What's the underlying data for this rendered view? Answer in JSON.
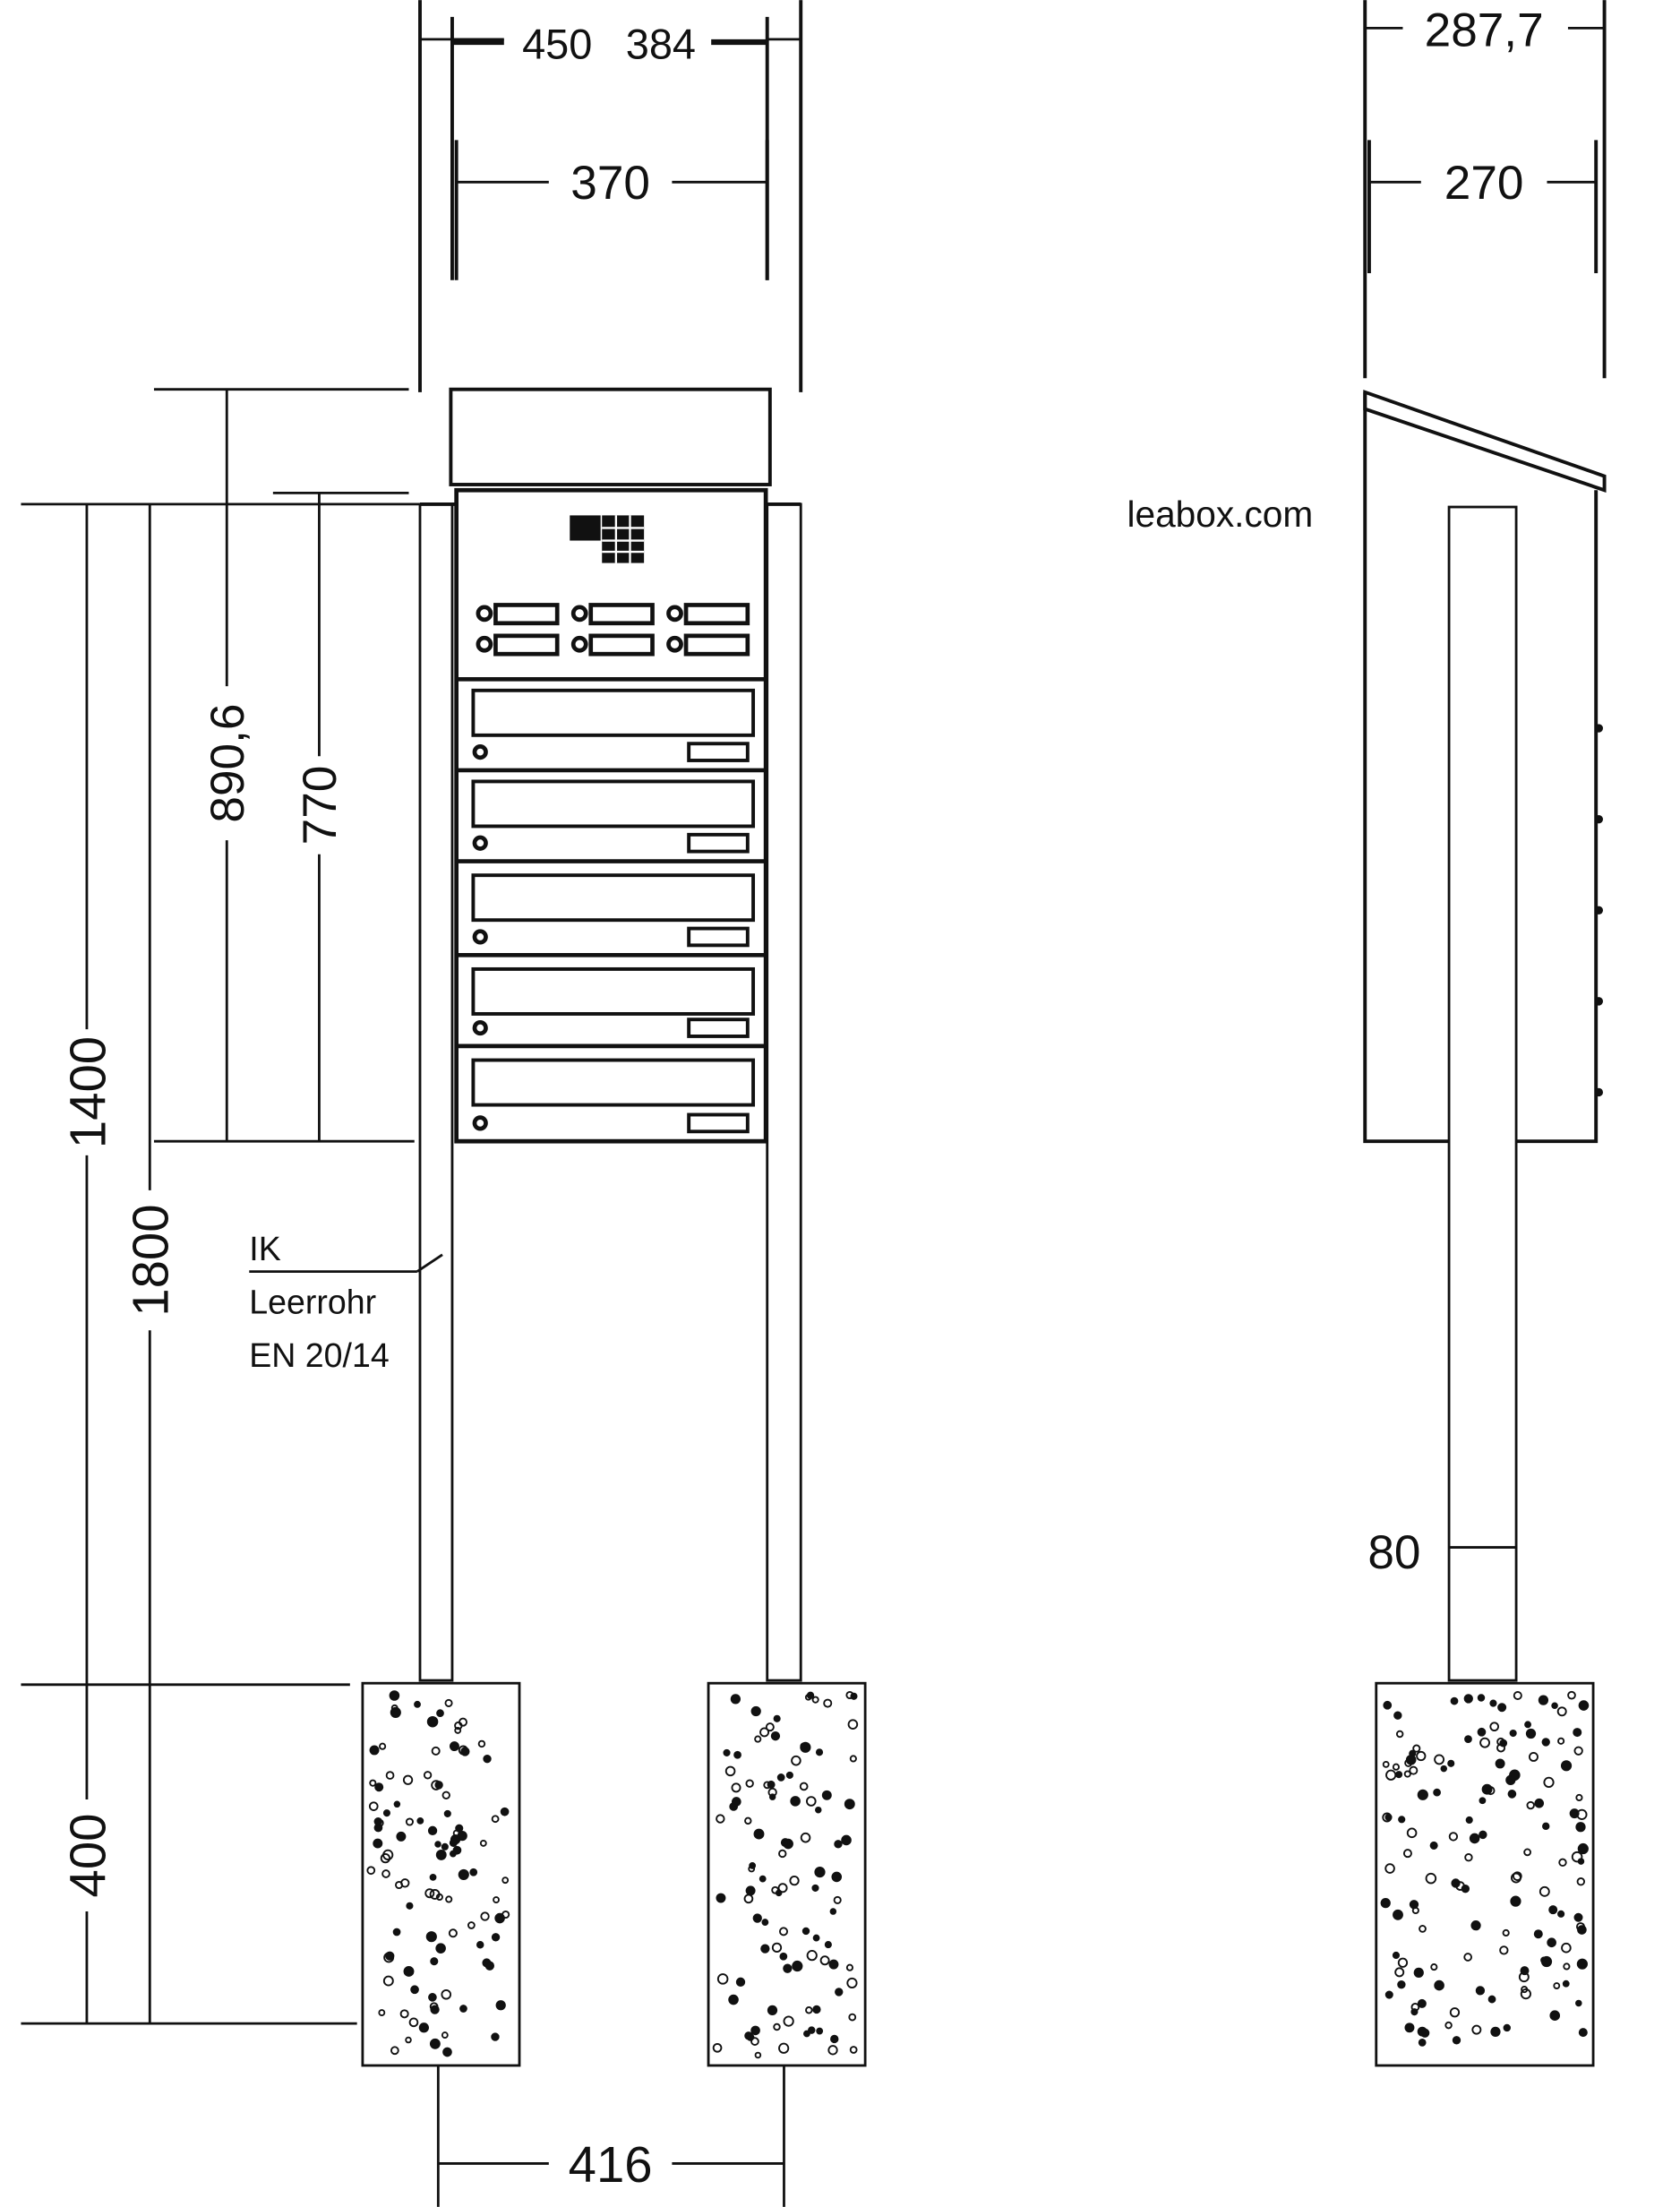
{
  "front_view": {
    "dim_top_a": "450",
    "dim_top_b": "384",
    "dim_width_inner": "370",
    "dim_height_1400": "1400",
    "dim_height_1800": "1800",
    "dim_height_890": "890,6",
    "dim_height_770": "770",
    "dim_foundation": "400",
    "dim_post_spacing": "416",
    "note_line1": "IK",
    "note_line2": "Leerrohr",
    "note_line3": "EN 20/14"
  },
  "watermark": "leabox.com",
  "side_view": {
    "dim_depth_total": "287,7",
    "dim_depth_inner": "270",
    "dim_post": "80"
  }
}
